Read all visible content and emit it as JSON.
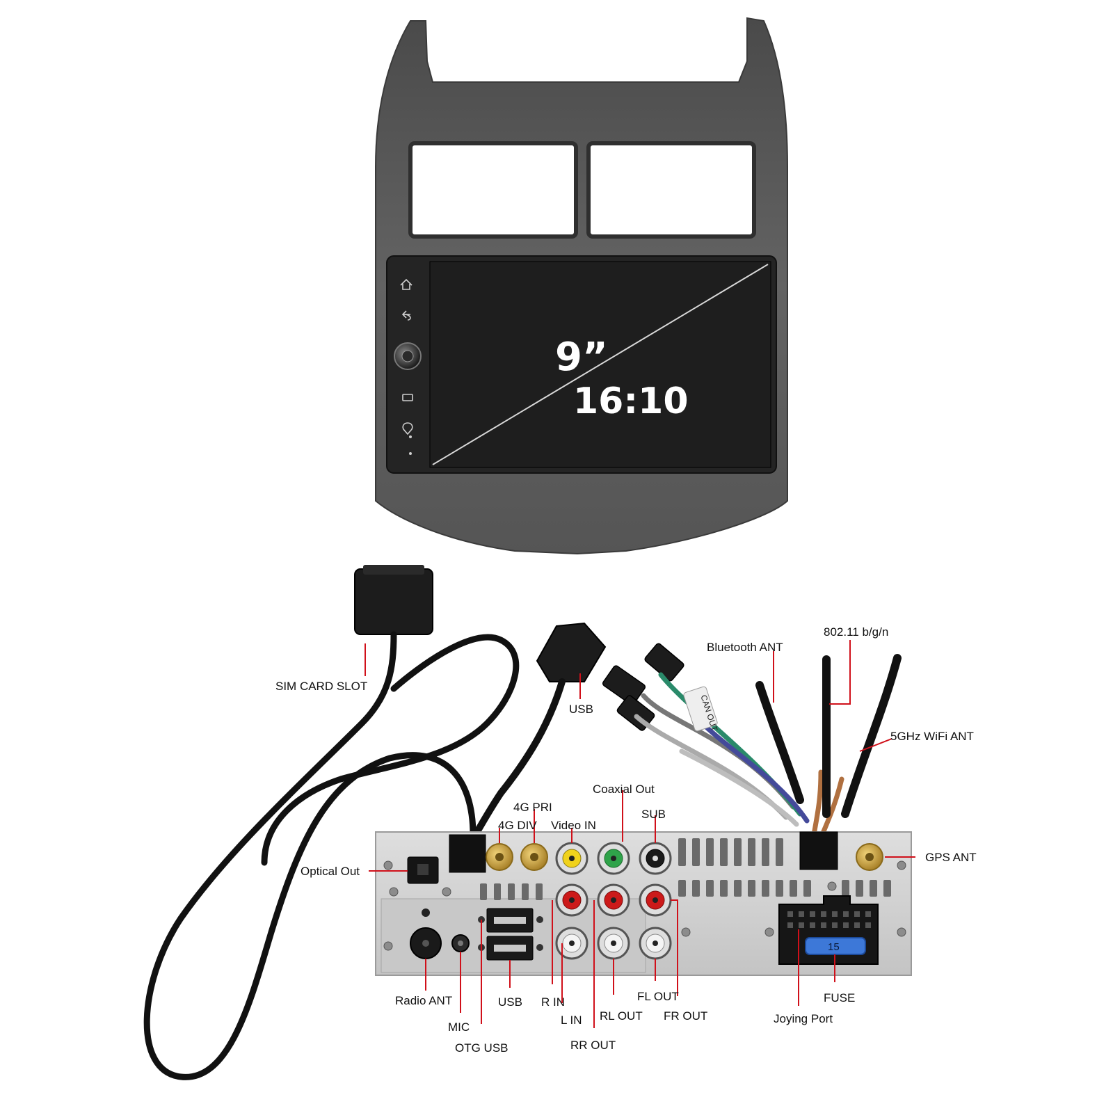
{
  "screen": {
    "size_label": "9”",
    "ratio_label": "16:10"
  },
  "labels": {
    "sim_card_slot": "SIM CARD SLOT",
    "usb_top": "USB",
    "bluetooth_ant": "Bluetooth ANT",
    "wifi_24": "802.11 b/g/n",
    "wifi_5": "5GHz WiFi ANT",
    "coaxial_out": "Coaxial Out",
    "four_g_pri": "4G PRI",
    "four_g_div": "4G DIV",
    "video_in": "Video IN",
    "sub": "SUB",
    "gps_ant": "GPS ANT",
    "optical_out": "Optical Out",
    "radio_ant": "Radio ANT",
    "mic": "MIC",
    "otg_usb": "OTG USB",
    "usb_bottom": "USB",
    "r_in": "R IN",
    "l_in": "L IN",
    "rr_out": "RR OUT",
    "rl_out": "RL OUT",
    "fl_out": "FL OUT",
    "fr_out": "FR OUT",
    "joying_port": "Joying Port",
    "fuse": "FUSE",
    "can_tag": "CAN OUT",
    "fuse_value": "15"
  },
  "colors": {
    "bezel": "#5e5e5e",
    "screen": "#1e1e1e",
    "chassis": "#d4d4d4",
    "leader": "#d0101a",
    "gold": "#c9a23a",
    "rca_yellow": "#f0d21c",
    "rca_green": "#2fa34a",
    "rca_red": "#cc1a1a",
    "rca_white": "#eeeeee",
    "fuse": "#3d78d8"
  },
  "icons": [
    "home-icon",
    "back-icon",
    "volume-knob-icon",
    "radio-icon",
    "gps-icon"
  ]
}
